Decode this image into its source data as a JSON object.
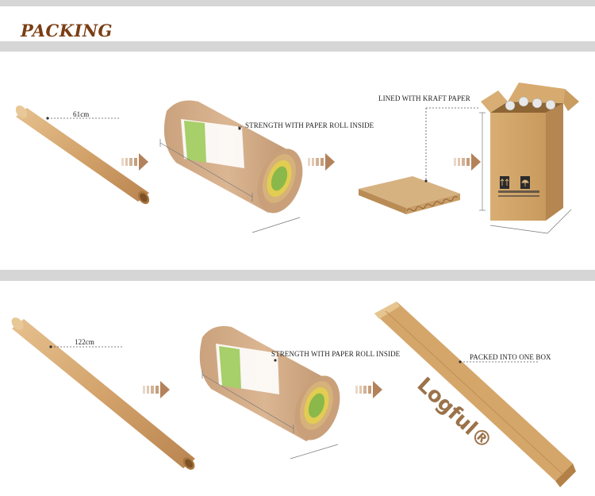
{
  "title": "PACKING",
  "section1": {
    "tube_label": "61cm",
    "roll_label": "STRENGTH  WITH PAPER ROLL INSIDE",
    "board_label": "LINED WITH KRAFT PAPER"
  },
  "section2": {
    "tube_label": "122cm",
    "roll_label": "STRENGTH  WITH PAPER ROLL INSIDE",
    "box_label": "PACKED INTO ONE BOX",
    "box_logo": "Logful®"
  },
  "colors": {
    "title": "#7a3e14",
    "kraft": "#cfa26e",
    "arrow": "#b3825a",
    "band": "#d6d6d6"
  },
  "icons": [
    "arrow-right-icon",
    "this-side-up-icon",
    "keep-dry-umbrella-icon"
  ]
}
